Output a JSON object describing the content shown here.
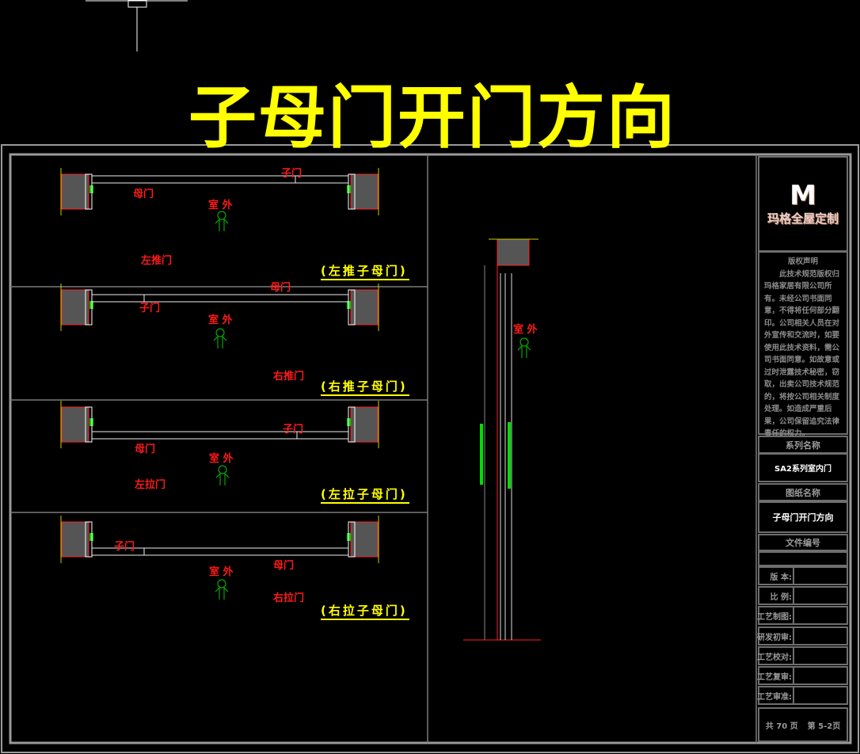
{
  "title": "子母门开门方向",
  "panels": [
    {
      "leaf_top": "子门",
      "leaf_bottom": "母门",
      "outdoor": "室 外",
      "type": "左推门",
      "caption": "(左推子母门)"
    },
    {
      "leaf_top": "母门",
      "leaf_bottom": "子门",
      "outdoor": "室 外",
      "type": "右推门",
      "caption": "(右推子母门)"
    },
    {
      "leaf_top": "子门",
      "leaf_bottom": "母门",
      "outdoor": "室 外",
      "type": "左拉门",
      "caption": "(左拉子母门)"
    },
    {
      "leaf_top": "子门",
      "leaf_bottom": "母门",
      "outdoor": "室 外",
      "type": "右拉门",
      "caption": "(右拉子母门)"
    }
  ],
  "section": {
    "outdoor": "室 外"
  },
  "title_block": {
    "logo_text": "玛格全屋定制",
    "copyright_title": "版权声明",
    "copyright_body": "此技术规范版权归玛格家居有限公司所有。未经公司书面同意，不得将任何部分翻印。公司相关人员在对外宣传和交流时，如要使用此技术资料，需公司书面同意。如故意或过时泄露技术秘密，窃取，出卖公司技术规范的，将按公司相关制度处理。如造成严重后果，公司保留追究法律责任的权力。",
    "series_label": "系列名称",
    "series_value": "SA2系列室内门",
    "drawing_label": "图纸名称",
    "drawing_value": "子母门开门方向",
    "file_label": "文件编号",
    "file_value": "",
    "rows": [
      {
        "key": "版 本:",
        "value": ""
      },
      {
        "key": "比 例:",
        "value": ""
      },
      {
        "key": "工艺制图:",
        "value": ""
      },
      {
        "key": "研发初审:",
        "value": ""
      },
      {
        "key": "工艺校对:",
        "value": ""
      },
      {
        "key": "工艺复审:",
        "value": ""
      },
      {
        "key": "工艺审准:",
        "value": ""
      }
    ],
    "total_pages": "共 70 页",
    "page_no": "第 5-2页"
  }
}
